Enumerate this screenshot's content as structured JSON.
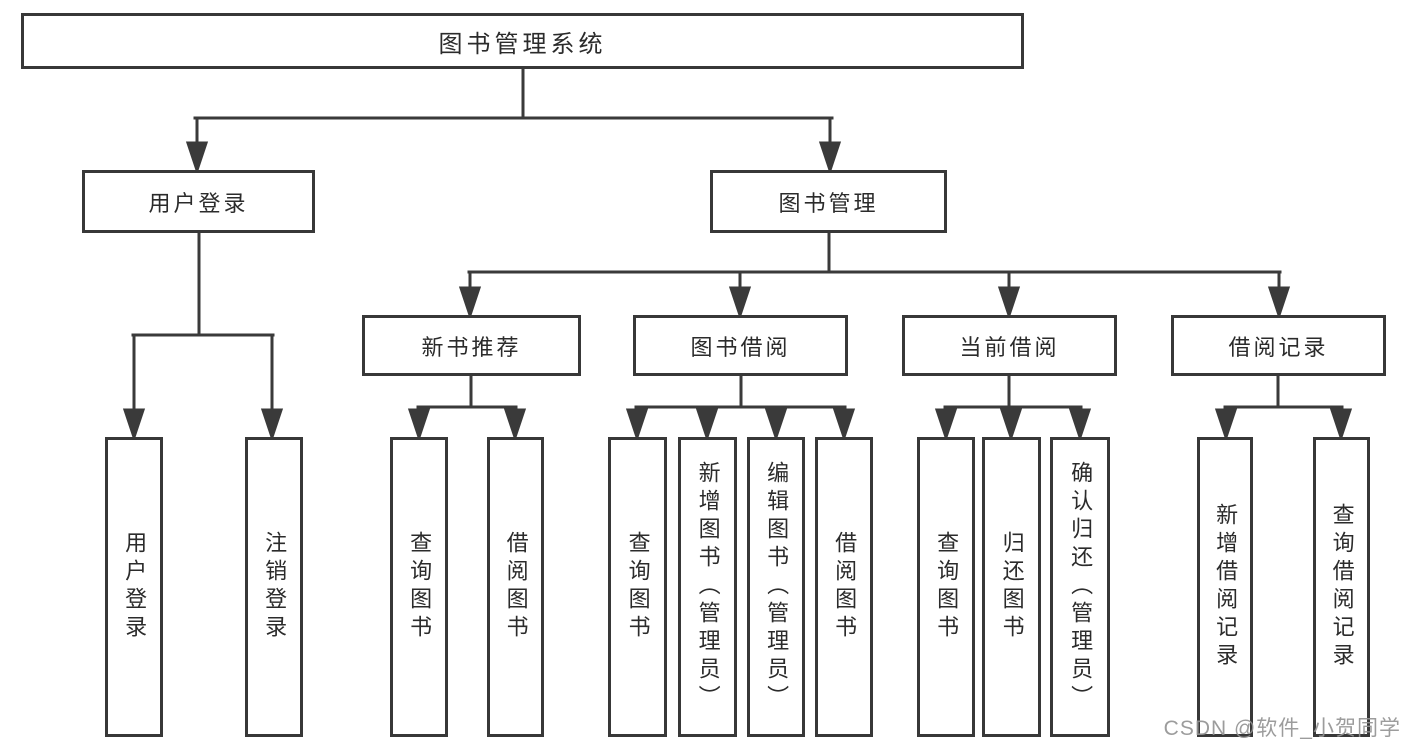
{
  "diagram": {
    "type": "hierarchy-tree",
    "colors": {
      "line": "#3a3a3a",
      "box_border": "#383838",
      "text": "#2b2b2b",
      "watermark": "#949494",
      "background": "#ffffff"
    },
    "tree": {
      "label": "图书管理系统",
      "children": [
        {
          "label": "用户登录",
          "children": [
            {
              "label": "用户登录"
            },
            {
              "label": "注销登录"
            }
          ]
        },
        {
          "label": "图书管理",
          "children": [
            {
              "label": "新书推荐",
              "children": [
                {
                  "label": "查询图书"
                },
                {
                  "label": "借阅图书"
                }
              ]
            },
            {
              "label": "图书借阅",
              "children": [
                {
                  "label": "查询图书"
                },
                {
                  "label": "新增图书（管理员）"
                },
                {
                  "label": "编辑图书（管理员）"
                },
                {
                  "label": "借阅图书"
                }
              ]
            },
            {
              "label": "当前借阅",
              "children": [
                {
                  "label": "查询图书"
                },
                {
                  "label": "归还图书"
                },
                {
                  "label": "确认归还（管理员）"
                }
              ]
            },
            {
              "label": "借阅记录",
              "children": [
                {
                  "label": "新增借阅记录"
                },
                {
                  "label": "查询借阅记录"
                }
              ]
            }
          ]
        }
      ]
    },
    "watermark": "CSDN @软件_小贺同学"
  }
}
